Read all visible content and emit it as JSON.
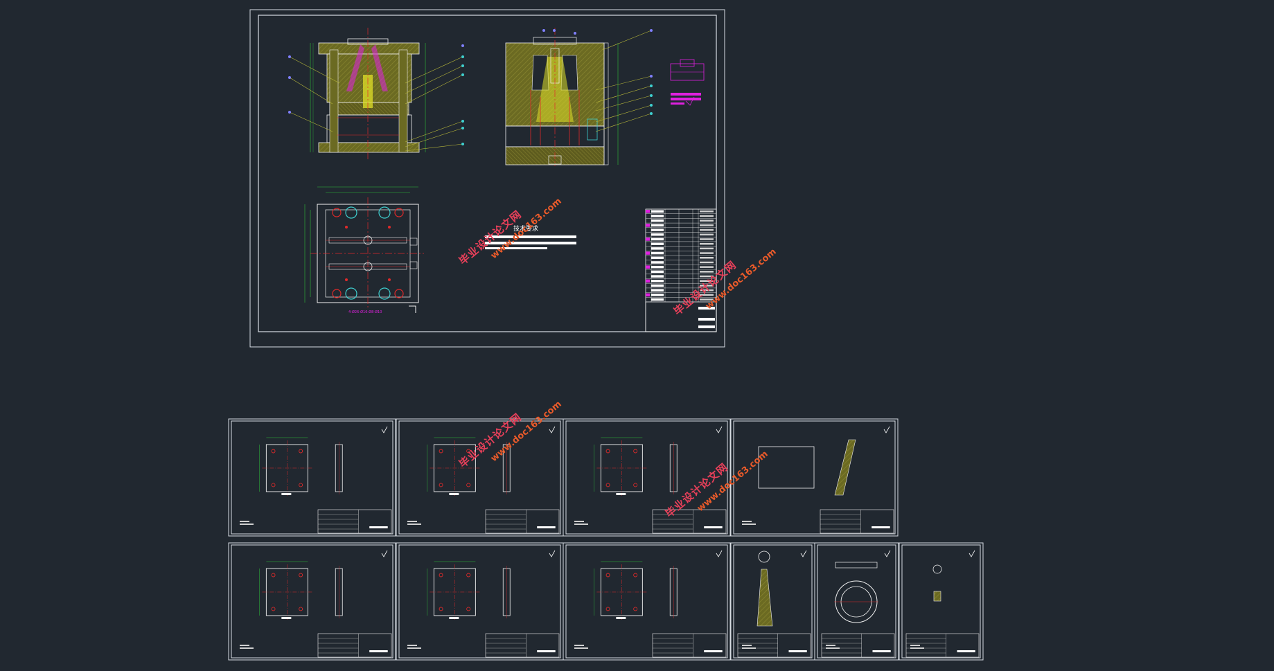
{
  "drawing": {
    "tech_requirements_title": "技术要求",
    "assembly_note": "4-Ø26-Ø16-Ø8-Ø10",
    "watermarks": [
      {
        "cn": "毕业设计论文网",
        "url": "www.doc163.com"
      },
      {
        "cn": "毕业设计论文网",
        "url": "www.doc163.com"
      },
      {
        "cn": "毕业设计论文网",
        "url": "www.doc163.com"
      },
      {
        "cn": "毕业设计论文网",
        "url": "www.doc163.com"
      }
    ]
  },
  "colors": {
    "background": "#212830",
    "frame": "#d8dde3",
    "outline": "#f2f2f2",
    "section_hatch": "#6d6a1c",
    "dimension": "#2fbf3a",
    "leader": "#b8b83a",
    "center_line": "#e02a2a",
    "hidden_line": "#3fd0d0",
    "highlight": "#e0e028",
    "annotation": "#e020e0",
    "watermark": "#e8405a"
  },
  "icons": [
    "roughness-symbol-icon"
  ]
}
